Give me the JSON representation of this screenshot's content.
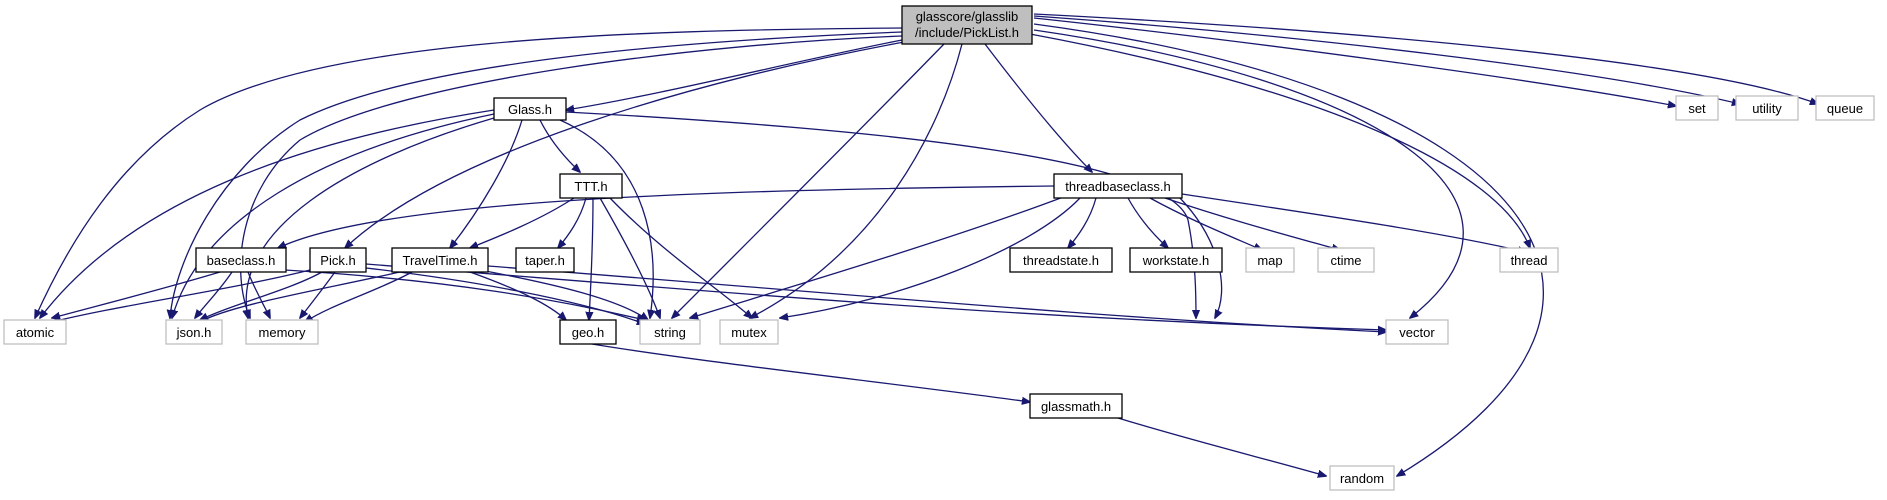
{
  "graph": {
    "root": {
      "line1": "glasscore/glasslib",
      "line2": "/include/PickList.h"
    },
    "nodes": {
      "glass_h": "Glass.h",
      "ttt_h": "TTT.h",
      "threadbaseclass_h": "threadbaseclass.h",
      "baseclass_h": "baseclass.h",
      "pick_h": "Pick.h",
      "traveltime_h": "TravelTime.h",
      "taper_h": "taper.h",
      "threadstate_h": "threadstate.h",
      "workstate_h": "workstate.h",
      "geo_h": "geo.h",
      "glassmath_h": "glassmath.h",
      "set": "set",
      "utility": "utility",
      "queue": "queue",
      "map": "map",
      "ctime": "ctime",
      "thread": "thread",
      "atomic": "atomic",
      "json_h": "json.h",
      "memory": "memory",
      "string": "string",
      "mutex": "mutex",
      "vector": "vector",
      "random": "random"
    }
  }
}
